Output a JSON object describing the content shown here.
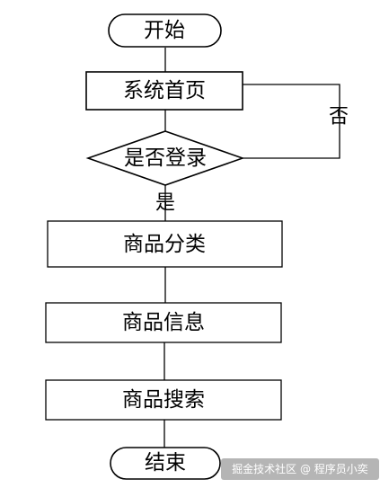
{
  "flowchart": {
    "nodes": {
      "start": "开始",
      "home": "系统首页",
      "login_check": "是否登录",
      "category": "商品分类",
      "info": "商品信息",
      "search": "商品搜索",
      "end": "结束"
    },
    "branches": {
      "yes": "是",
      "no": "否"
    }
  },
  "watermark": "掘金技术社区 @ 程序员小奕"
}
